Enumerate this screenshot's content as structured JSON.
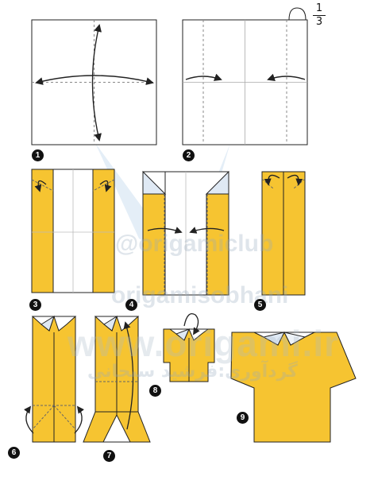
{
  "fraction": {
    "numerator": "1",
    "denominator": "3"
  },
  "steps": [
    {
      "number": "1"
    },
    {
      "number": "2"
    },
    {
      "number": "3"
    },
    {
      "number": "4"
    },
    {
      "number": "5"
    },
    {
      "number": "6"
    },
    {
      "number": "7"
    },
    {
      "number": "8"
    },
    {
      "number": "9"
    }
  ],
  "watermark": {
    "telegram": "@origamiclub",
    "instagram": "origamisobhani",
    "website": "www.origami.ir",
    "credit": "گردآوری:فرشید سبحانی"
  },
  "colors": {
    "paper_color": "#F6C431",
    "paper_back": "#FFFFFF",
    "line": "#222222",
    "fold_line": "#8a8a8a",
    "badge": "#111111"
  }
}
